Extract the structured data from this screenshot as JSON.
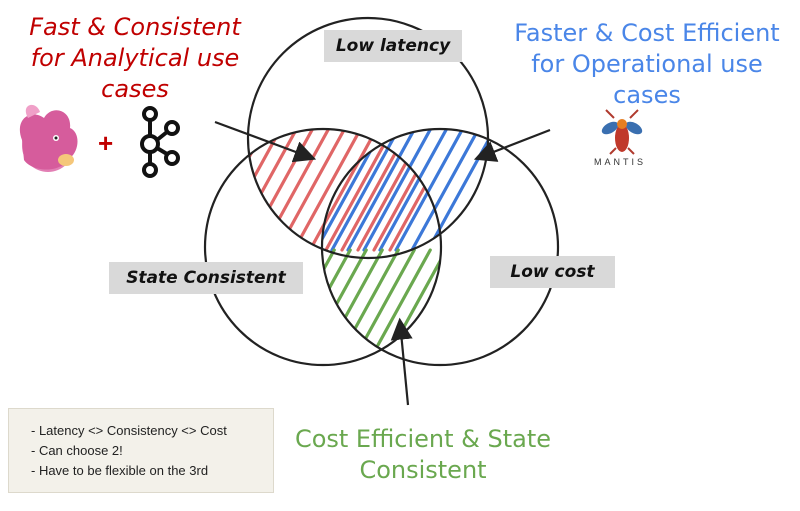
{
  "labels": {
    "low_latency": "Low latency",
    "state_consistent": "State Consistent",
    "low_cost": "Low cost"
  },
  "callouts": {
    "analytical": [
      "Fast & Consistent",
      "for Analytical use",
      "cases"
    ],
    "operational": [
      "Faster & Cost Efficient",
      "for Operational use",
      "cases"
    ],
    "state_cost": [
      "Cost Efficient & State",
      "Consistent"
    ]
  },
  "plus_sign": "+",
  "mantis_logo_text": "MANTIS",
  "notes": [
    "- Latency <> Consistency <> Cost",
    "- Can choose 2!",
    "- Have to be flexible on the 3rd"
  ],
  "colors": {
    "analytical_hatch": "#e06666",
    "operational_hatch": "#3c78d8",
    "state_cost_hatch": "#6aa84f",
    "label_box": "#d9d9d9",
    "circle_stroke": "#222222"
  },
  "icons": [
    "squirrel-logo-icon",
    "kafka-logo-icon",
    "mantis-logo-icon"
  ]
}
